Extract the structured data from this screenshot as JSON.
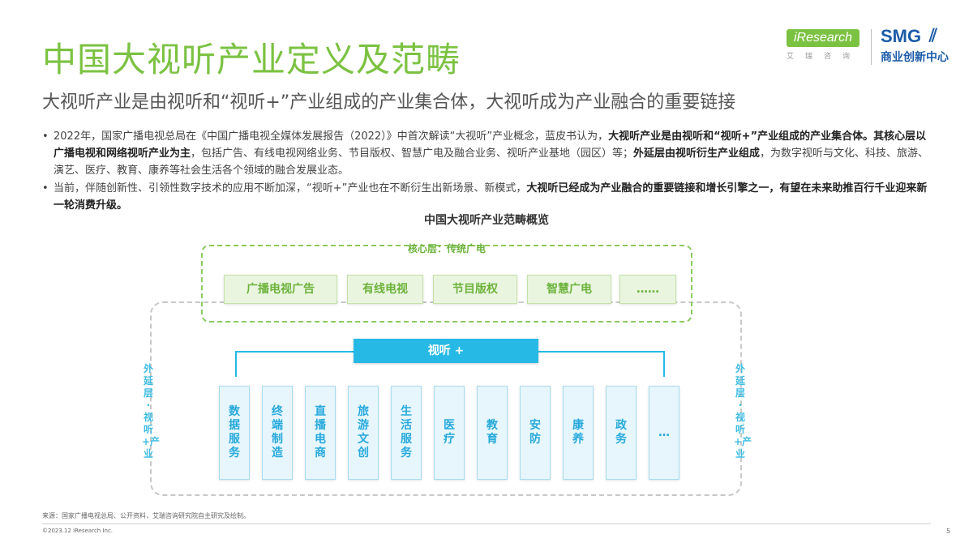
{
  "title": "中国大视听产业定义及范畴",
  "subtitle": "大视听产业是由视听和“视听+”产业组成的产业集合体，大视听成为产业融合的重要链接",
  "logos": {
    "iresearch_text": "iResearch",
    "iresearch_cn": "艾瑞咨询",
    "smg_text": "SMG",
    "smg_cn": "商业创新中心"
  },
  "bullets": [
    {
      "dot": "•",
      "p1": "2022年，国家广播电视总局在《中国广播电视全媒体发展报告（2022）》中首次解读“大视听”产业概念，蓝皮书认为，",
      "b1": "大视听产业是由视听和“视听+”产业组成的产业集合体。其核心层以广播电视和网络视听产业为主",
      "p2": "，包括广告、有线电视网络业务、节目版权、智慧广电及融合业务、视听产业基地（园区）等；",
      "b2": "外延层由视听衍生产业组成",
      "p3": "，为数字视听与文化、科技、旅游、演艺、医疗、教育、康养等社会生活各个领域的融合发展业态。"
    },
    {
      "dot": "•",
      "p1": "当前，伴随创新性、引领性数字技术的应用不断加深，“视听+”产业也在不断衍生出新场景、新模式，",
      "b1": "大视听已经成为产业融合的重要链接和增长引擎之一，有望在未来助推百行千业迎来新一轮消费升级。"
    }
  ],
  "diagram": {
    "title": "中国大视听产业范畴概览",
    "core_label": "核心层：传统广电",
    "core_items": [
      "广播电视广告",
      "有线电视",
      "节目版权",
      "智慧广电",
      "……"
    ],
    "bar_label": "视听 +",
    "side_label": "外延层·视听+产业",
    "ext_items": [
      "数据服务",
      "终端制造",
      "直播电商",
      "旅游文创",
      "生活服务",
      "医疗",
      "教育",
      "安防",
      "康养",
      "政务",
      "…"
    ]
  },
  "source": "来源：国家广播电视总局、公开资料，艾瑞咨询研究院自主研究及绘制。",
  "copyright": "©2023.12 iResearch Inc.",
  "page_number": "5"
}
